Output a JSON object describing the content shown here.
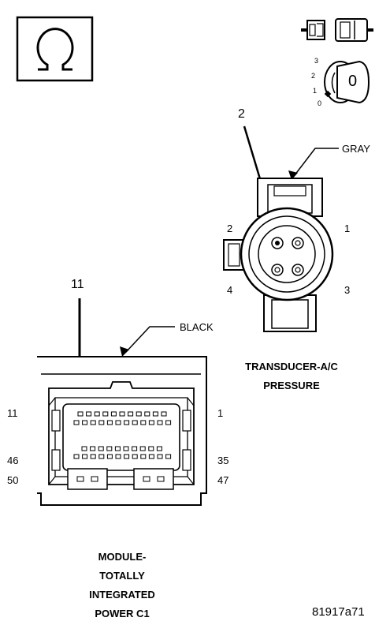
{
  "icons": {
    "ohmmeter": "ohm-symbol-icon",
    "disconnect": "connector-disconnect-icon",
    "ignition": "ignition-switch-icon"
  },
  "ignition_positions": [
    "3",
    "2",
    "1",
    "0"
  ],
  "ignition_key_label": "0",
  "transducer": {
    "callout_pin": "2",
    "color_label": "GRAY",
    "pin_labels": {
      "p1": "1",
      "p2": "2",
      "p3": "3",
      "p4": "4"
    },
    "name_line1": "TRANSDUCER-A/C",
    "name_line2": "PRESSURE"
  },
  "module": {
    "callout_pin": "11",
    "color_label": "BLACK",
    "row_labels": {
      "left_top": "11",
      "right_top": "1",
      "left_mid": "46",
      "right_mid": "35",
      "left_bot": "50",
      "right_bot": "47"
    },
    "name_lines": [
      "MODULE-",
      "TOTALLY",
      "INTEGRATED",
      "POWER C1"
    ]
  },
  "figure_id": "81917a71"
}
